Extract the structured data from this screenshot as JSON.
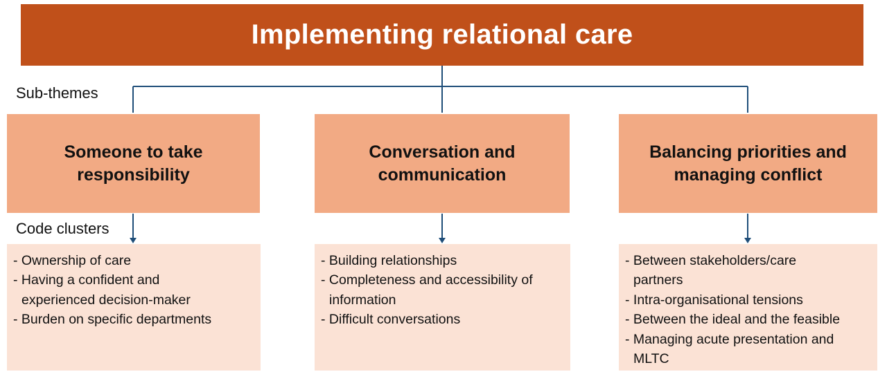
{
  "title": "Implementing relational care",
  "labels": {
    "sub_themes": "Sub-themes",
    "code_clusters": "Code clusters"
  },
  "themes": [
    {
      "title_line1": "Someone to take",
      "title_line2": "responsibility",
      "clusters": [
        "- Ownership of care",
        "- Having a confident and experienced decision-maker",
        "- Burden on specific departments"
      ]
    },
    {
      "title_line1": "Conversation and",
      "title_line2": "communication",
      "clusters": [
        "- Building relationships",
        "- Completeness and accessibility of information",
        "- Difficult conversations"
      ]
    },
    {
      "title_line1": "Balancing priorities and",
      "title_line2": "managing conflict",
      "clusters": [
        "- Between stakeholders/care partners",
        "- Intra-organisational tensions",
        "- Between the ideal and the feasible",
        "- Managing acute presentation and MLTC"
      ]
    }
  ],
  "colors": {
    "banner": "#c0501a",
    "theme_box": "#f2aa84",
    "cluster_box": "#fbe2d5",
    "connector": "#1f4e79"
  }
}
